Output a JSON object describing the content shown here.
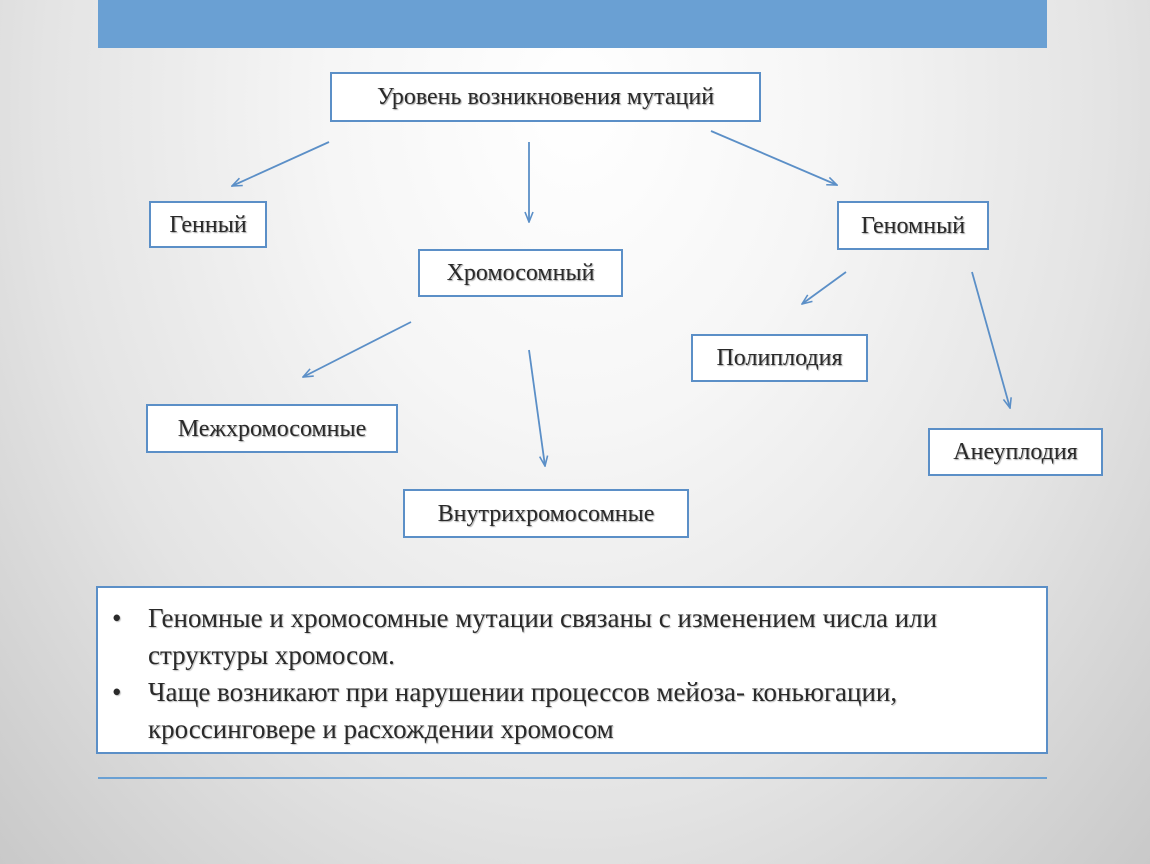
{
  "diagram": {
    "root": "Уровень возникновения мутаций",
    "gene": "Генный",
    "chromosomal": "Хромосомный",
    "genomic": "Геномный",
    "inter": "Межхромосомные",
    "intra": "Внутрихромосомные",
    "polyploidy": "Полиплодия",
    "aneuploidy": "Анеуплодия"
  },
  "notes": [
    "Геномные и хромосомные мутации связаны с изменением числа или структуры хромосом.",
    "Чаще возникают при нарушении процессов мейоза- коньюгации, кроссинговере и расхождении хромосом"
  ],
  "colors": {
    "accent": "#6aa0d3",
    "border": "#5b8fc7",
    "arrow": "#5b8fc7"
  }
}
